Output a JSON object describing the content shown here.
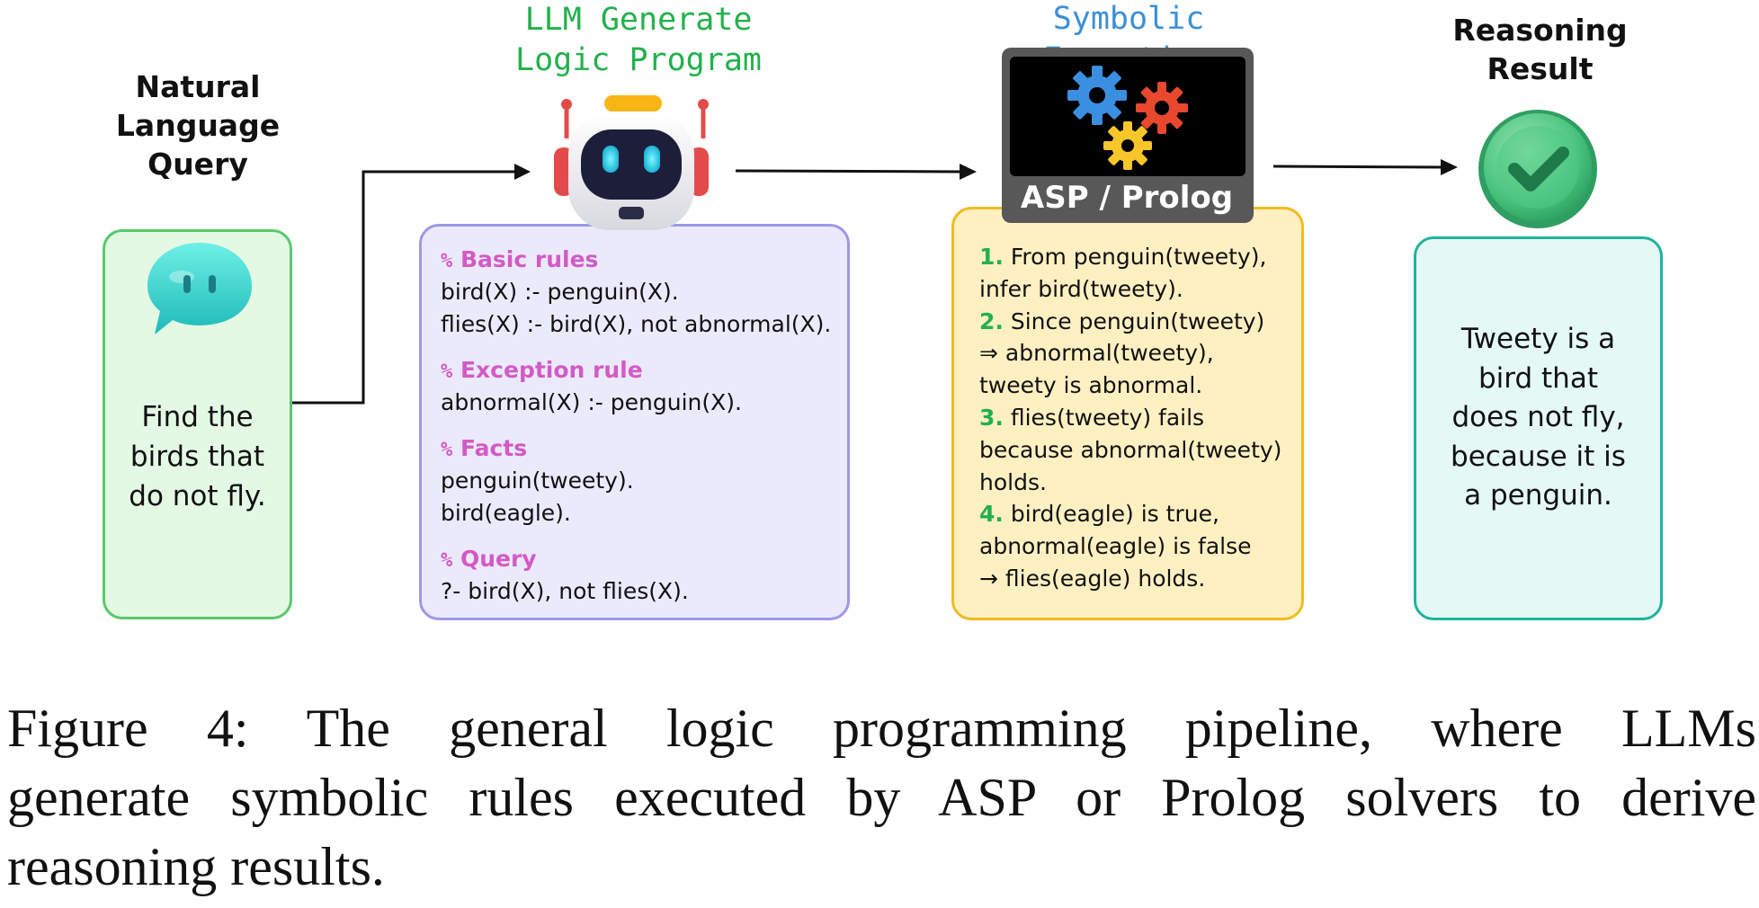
{
  "stages": {
    "query": {
      "heading": [
        "Natural",
        "Language",
        "Query"
      ],
      "text": [
        "Find the",
        "birds that",
        "do not fly."
      ]
    },
    "program": {
      "heading": [
        "LLM Generate",
        "Logic Program"
      ],
      "blocks": [
        {
          "comment": "Basic rules",
          "lines": [
            "bird(X) :- penguin(X).",
            "flies(X) :- bird(X), not abnormal(X)."
          ]
        },
        {
          "comment": "Exception rule",
          "lines": [
            "abnormal(X) :- penguin(X)."
          ]
        },
        {
          "comment": "Facts",
          "lines": [
            "penguin(tweety).",
            "bird(eagle)."
          ]
        },
        {
          "comment": "Query",
          "lines": [
            "?- bird(X), not flies(X)."
          ]
        }
      ]
    },
    "execution": {
      "heading": "Symbolic Execution",
      "solver_label": "ASP / Prolog",
      "steps": [
        {
          "num": "1.",
          "lines": [
            "From penguin(tweety),",
            "infer bird(tweety)."
          ]
        },
        {
          "num": "2.",
          "lines": [
            "Since penguin(tweety)",
            "⇒ abnormal(tweety),",
            "tweety is abnormal."
          ]
        },
        {
          "num": "3.",
          "lines": [
            "flies(tweety) fails",
            "because abnormal(tweety)",
            "holds."
          ]
        },
        {
          "num": "4.",
          "lines": [
            "bird(eagle) is true,",
            "abnormal(eagle) is false",
            "→ flies(eagle) holds."
          ]
        }
      ]
    },
    "result": {
      "heading": [
        "Reasoning",
        "Result"
      ],
      "text": [
        "Tweety is a",
        "bird that",
        "does not fly,",
        "because it is",
        "a penguin."
      ]
    }
  },
  "comment_prefix": "%",
  "icons": [
    "chat-bubble-icon",
    "robot-icon",
    "gears-icon",
    "check-circle-icon"
  ],
  "colors": {
    "green": "#22b14c",
    "blue": "#3d8fd6",
    "pink": "#d35ac6",
    "query_border": "#58c96a",
    "program_border": "#9d98ea",
    "exec_border": "#f2bb1e",
    "result_border": "#1fb39c"
  },
  "caption": [
    "Figure 4:  The general logic programming pipeline, where LLMs",
    "generate symbolic rules executed by ASP or Prolog solvers to derive",
    "reasoning results."
  ]
}
